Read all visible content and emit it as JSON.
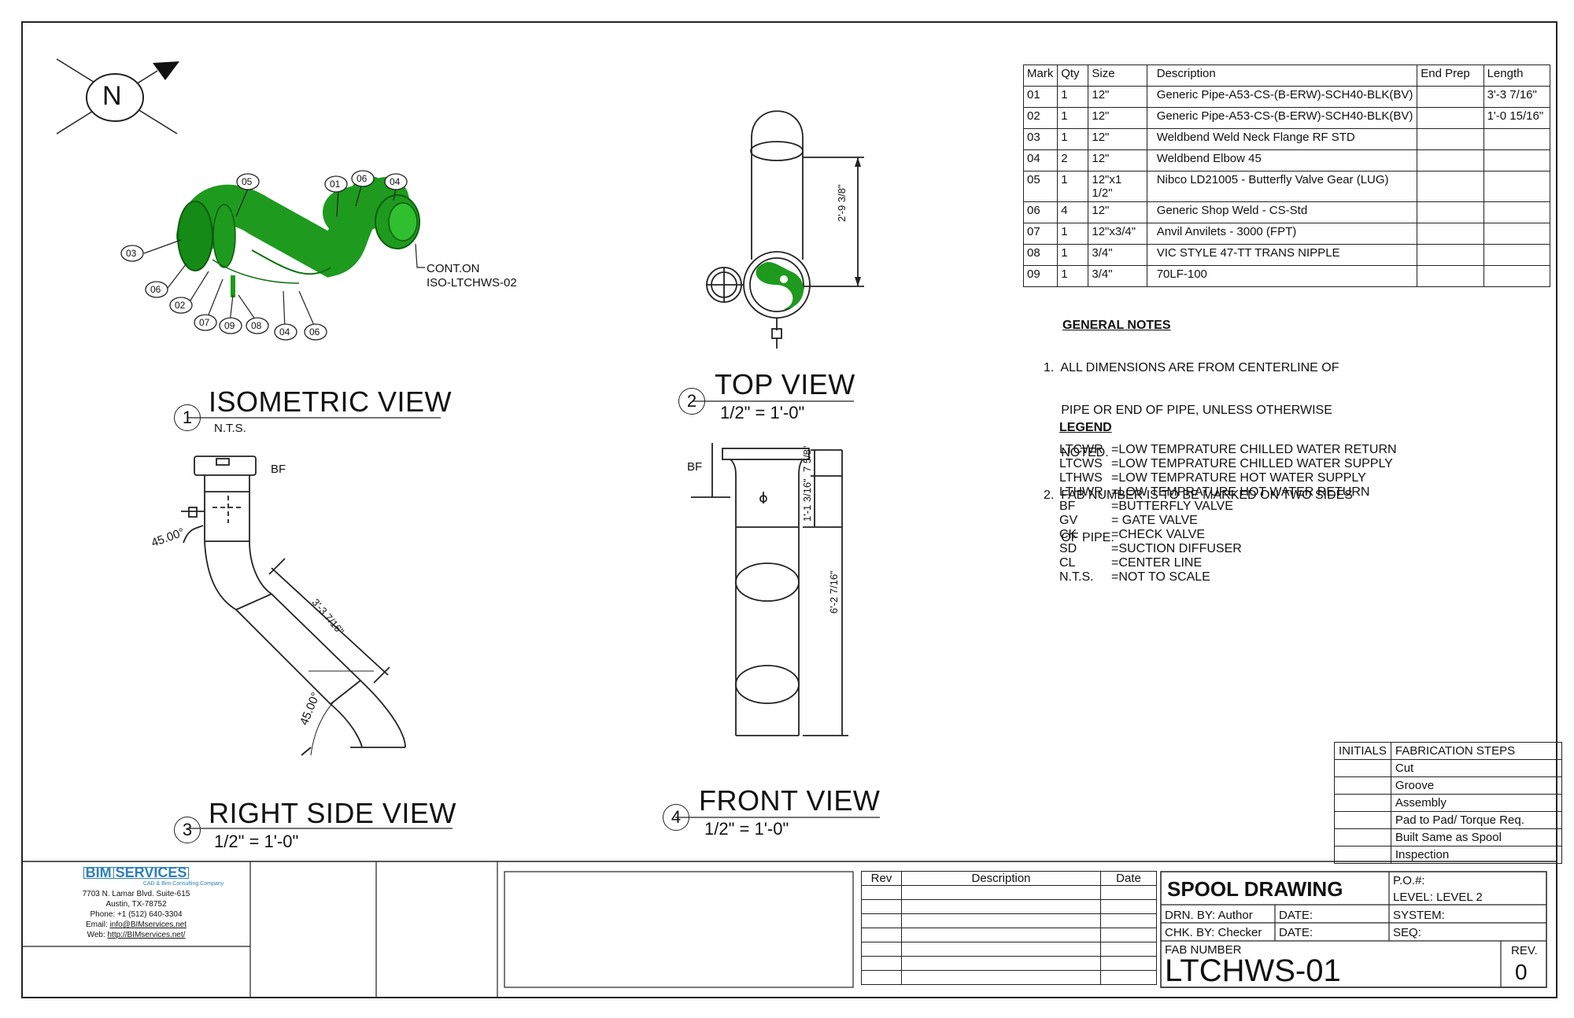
{
  "north": {
    "label": "N"
  },
  "bom": {
    "headers": [
      "Mark",
      "Qty",
      "Size",
      "Description",
      "End Prep",
      "Length"
    ],
    "rows": [
      [
        "01",
        "1",
        "12\"",
        "Generic Pipe-A53-CS-(B-ERW)-SCH40-BLK(BV)",
        "",
        "3'-3 7/16\""
      ],
      [
        "02",
        "1",
        "12\"",
        "Generic Pipe-A53-CS-(B-ERW)-SCH40-BLK(BV)",
        "",
        "1'-0 15/16\""
      ],
      [
        "03",
        "1",
        "12\"",
        "Weldbend Weld Neck Flange RF STD",
        "",
        ""
      ],
      [
        "04",
        "2",
        "12\"",
        "Weldbend Elbow 45",
        "",
        ""
      ],
      [
        "05",
        "1",
        "12\"x1 1/2\"",
        "Nibco LD21005 - Butterfly Valve Gear (LUG)",
        "",
        ""
      ],
      [
        "06",
        "4",
        "12\"",
        "Generic Shop Weld - CS-Std",
        "",
        ""
      ],
      [
        "07",
        "1",
        "12\"x3/4\"",
        "Anvil Anvilets - 3000 (FPT)",
        "",
        ""
      ],
      [
        "08",
        "1",
        "3/4\"",
        "VIC STYLE 47-TT TRANS NIPPLE",
        "",
        ""
      ],
      [
        "09",
        "1",
        "3/4\"",
        "70LF-100",
        "",
        ""
      ]
    ]
  },
  "notes": {
    "title": "GENERAL NOTES",
    "items": [
      "1.  ALL DIMENSIONS ARE FROM CENTERLINE OF",
      "     PIPE OR END OF PIPE, UNLESS OTHERWISE",
      "     NOTED.",
      "2.  FAB NUMBER IS TO BE MARKED ON TWO SIDES",
      "     OF PIPE."
    ]
  },
  "legend": {
    "title": "LEGEND",
    "items": [
      [
        "LTCWR",
        "=LOW TEMPRATURE CHILLED WATER RETURN"
      ],
      [
        "LTCWS",
        "=LOW TEMPRATURE CHILLED WATER SUPPLY"
      ],
      [
        "LTHWS",
        "=LOW TEMPRATURE HOT WATER SUPPLY"
      ],
      [
        "LTHWR",
        "=LOW TEMPRATURE HOT WATER RETURN"
      ],
      [
        "BF",
        "=BUTTERFLY VALVE"
      ],
      [
        "GV",
        "= GATE VALVE"
      ],
      [
        "CK",
        "=CHECK VALVE"
      ],
      [
        "SD",
        "=SUCTION DIFFUSER"
      ],
      [
        "CL",
        "=CENTER LINE"
      ],
      [
        "N.T.S.",
        "=NOT TO SCALE"
      ]
    ]
  },
  "views": {
    "iso": {
      "num": "1",
      "title": "ISOMETRIC VIEW",
      "scale": "N.T.S."
    },
    "top": {
      "num": "2",
      "title": "TOP VIEW",
      "scale": "1/2\" = 1'-0\""
    },
    "right": {
      "num": "3",
      "title": "RIGHT SIDE VIEW",
      "scale": "1/2\" = 1'-0\""
    },
    "front": {
      "num": "4",
      "title": "FRONT VIEW",
      "scale": "1/2\" = 1'-0\""
    }
  },
  "iso_tags": {
    "t05": "05",
    "t01": "01",
    "t06a": "06",
    "t04a": "04",
    "t03": "03",
    "t06b": "06",
    "t02": "02",
    "t07": "07",
    "t09": "09",
    "t08": "08",
    "t04b": "04",
    "t06c": "06"
  },
  "cont": {
    "line1": "CONT.ON",
    "line2": "ISO-LTCHWS-02"
  },
  "dims": {
    "top_h": "2'-9 3/8\"",
    "right_len": "3'-3 7/16\"",
    "angle1": "45.00°",
    "angle2": "45.00°",
    "front_a": "7 5/8\"",
    "front_b": "1'-1 3/16\"",
    "front_c": "6'-2 7/16\"",
    "bf_right": "BF",
    "bf_front": "BF"
  },
  "fab_steps": {
    "headers": [
      "INITIALS",
      "FABRICATION STEPS"
    ],
    "steps": [
      "Cut",
      "Groove",
      "Assembly",
      "Pad to Pad/ Torque Req.",
      "Built Same as Spool",
      "Inspection"
    ]
  },
  "company": {
    "logo_a": "BIM",
    "logo_b": "SERVICES",
    "tagline": "CAD & Bim Consulting Company",
    "addr1": "7703 N. Lamar Blvd. Suite-615",
    "addr2": "Austin, TX-78752",
    "phone": "Phone: +1 (512) 640-3304",
    "email_label": "Email: ",
    "email": "info@BIMservices.net",
    "web_label": "Web: ",
    "web": "http://BIMservices.net/"
  },
  "revtable": {
    "headers": [
      "Rev",
      "Description",
      "Date"
    ]
  },
  "titleblock": {
    "title": "SPOOL DRAWING",
    "po": "P.O.#:",
    "level": "LEVEL: LEVEL 2",
    "drn": "DRN. BY:  Author",
    "date1": "DATE:",
    "system": "SYSTEM:",
    "chk": "CHK. BY:  Checker",
    "date2": "DATE:",
    "seq": "SEQ:",
    "fab_label": "FAB NUMBER",
    "fab_number": "LTCHWS-01",
    "rev_label": "REV.",
    "rev": "0"
  },
  "colors": {
    "pipe_green": "#1e9a1e",
    "ink": "#222222"
  }
}
